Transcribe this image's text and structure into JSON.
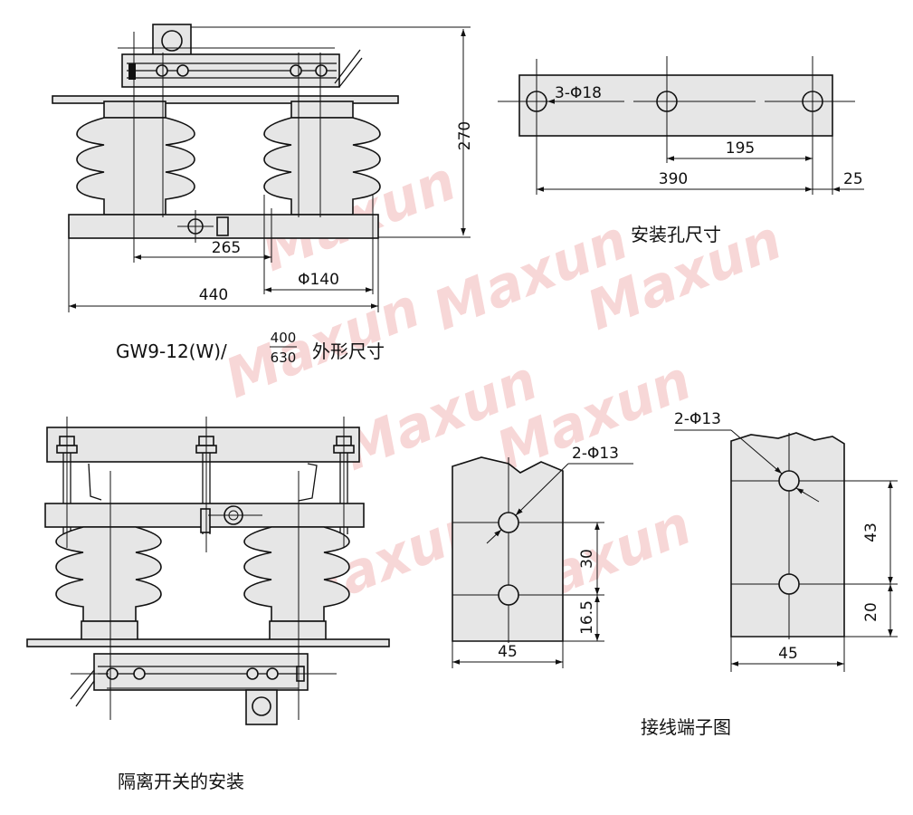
{
  "watermark": "Maxun",
  "view_front": {
    "caption_prefix": "GW9-12(W)/",
    "caption_fraction_top": "400",
    "caption_fraction_bottom": "630",
    "caption_suffix": "外形尺寸",
    "dim_height": "270",
    "dim_span": "265",
    "dim_diameter": "Φ140",
    "dim_width": "440"
  },
  "view_mounting": {
    "caption": "安装孔尺寸",
    "hole_label": "3-Φ18",
    "dim_pitch": "195",
    "dim_total": "390",
    "dim_edge": "25"
  },
  "view_installation": {
    "caption": "隔离开关的安装"
  },
  "view_terminals": {
    "caption": "接线端子图",
    "left": {
      "hole_label": "2-Φ13",
      "dim_spacing": "30",
      "dim_edge": "16.5",
      "dim_width": "45"
    },
    "right": {
      "hole_label": "2-Φ13",
      "dim_spacing": "43",
      "dim_edge": "20",
      "dim_width": "45"
    }
  }
}
